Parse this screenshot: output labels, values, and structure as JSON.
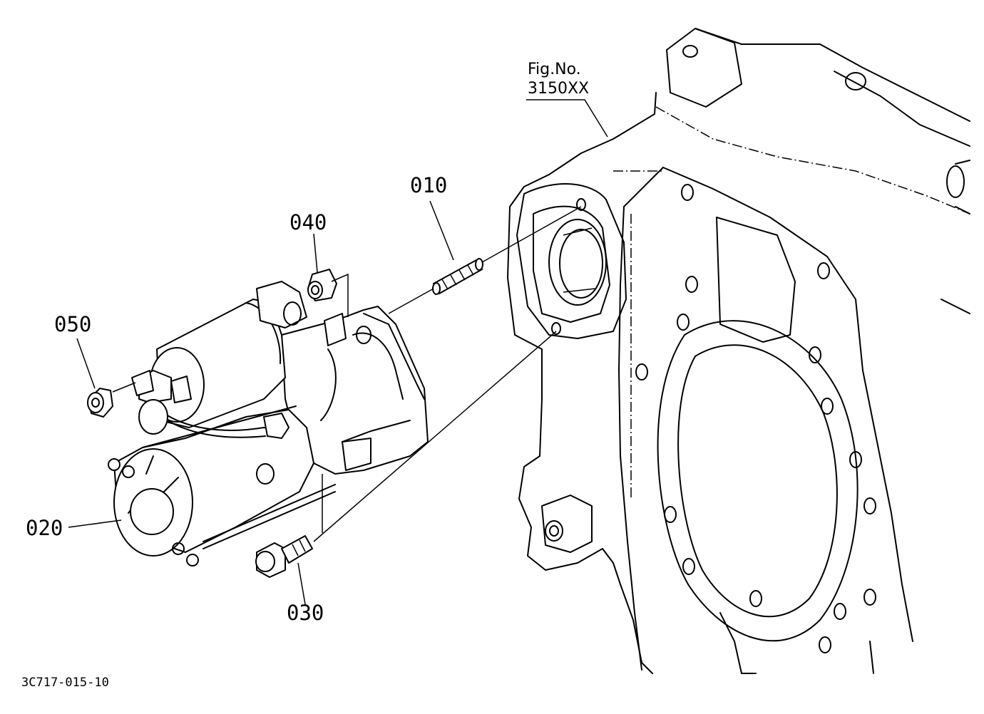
{
  "diagram": {
    "figure_ref": {
      "line1": "Fig.No.",
      "line2": "3150XX"
    },
    "parts": [
      {
        "id": "p010",
        "label": "010"
      },
      {
        "id": "p020",
        "label": "020"
      },
      {
        "id": "p030",
        "label": "030"
      },
      {
        "id": "p040",
        "label": "040"
      },
      {
        "id": "p050",
        "label": "050"
      }
    ],
    "drawing_code": "3C717-015-10"
  }
}
